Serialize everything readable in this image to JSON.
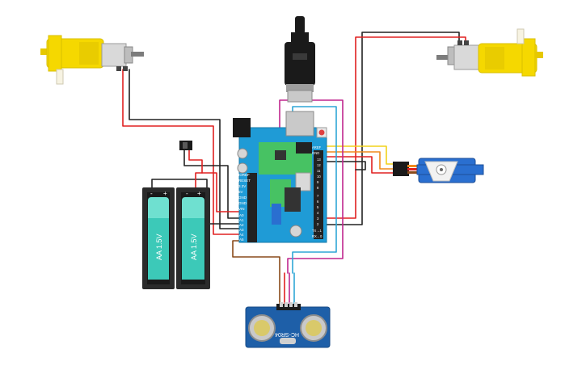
{
  "battery_1": {
    "label": "AA 1.5V",
    "plus": "+",
    "minus": "-"
  },
  "battery_2": {
    "label": "AA 1.5V",
    "plus": "+",
    "minus": "-"
  },
  "sensor": {
    "label": "HC-SR04"
  },
  "arduino": {
    "aref_label": "AREF",
    "gnd_label": "GND",
    "tx_label": "TX→1",
    "rx_label": "RX←0",
    "digital_pins": [
      "13",
      "12",
      "11",
      "10",
      "9",
      "8",
      "7",
      "6",
      "5",
      "4",
      "3",
      "2"
    ],
    "power_pins": [
      "IOREF",
      "RESET",
      "3.3V",
      "5V",
      "GND",
      "GND",
      "VIN"
    ],
    "analog_pins": [
      "A0",
      "A1",
      "A2",
      "A3",
      "A4",
      "A5"
    ]
  },
  "colors": {
    "wire_red": "#e02020",
    "wire_black": "#222222",
    "wire_magenta": "#c0268e",
    "wire_cyan": "#2fa6d6",
    "wire_orange": "#f08a1c",
    "wire_yellow": "#f2d21a",
    "wire_brown": "#8a4a1a",
    "board": "#1f9bd6",
    "motor_yellow": "#f5d800",
    "battery_teal": "#3cc9b8",
    "sensor_blue": "#1e5fa8",
    "servo_blue": "#2a6fd0"
  }
}
